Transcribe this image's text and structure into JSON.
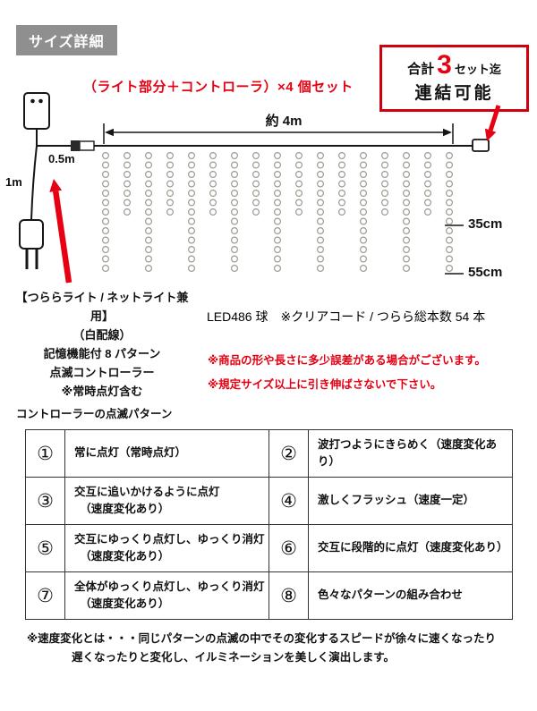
{
  "colors": {
    "accent_red": "#e60012",
    "badge_gray": "#8f8f8f"
  },
  "title_badge": "サイズ詳細",
  "set_note": "（ライト部分＋コントローラ）×4 個セット",
  "link_box": {
    "prefix": "合計",
    "count": "3",
    "suffix": "セット迄",
    "line2": "連結可能"
  },
  "diagram": {
    "total_length": "約 4m",
    "lead_length": "0.5m",
    "plug_cord_length": "1m",
    "short_drop": "35cm",
    "long_drop": "55cm"
  },
  "spec_box": {
    "lines": [
      "【つららライト / ネットライト兼用】",
      "（白配線）",
      "記憶機能付 8 パターン",
      "点滅コントローラー",
      "※常時点灯含む"
    ]
  },
  "led_note": "LED486 球　※クリアコード / つらら総本数 54 本",
  "warnings": [
    "※商品の形や長さに多少誤差がある場合がございます。",
    "※規定サイズ以上に引き伸ばさないで下さい。"
  ],
  "pattern_table": {
    "caption": "コントローラーの点滅パターン",
    "rows": [
      {
        "cells": [
          {
            "num": "①",
            "text": "常に点灯（常時点灯）"
          },
          {
            "num": "②",
            "text": "波打つようにきらめく（速度変化あり）"
          }
        ]
      },
      {
        "cells": [
          {
            "num": "③",
            "text": "交互に追いかけるように点灯\n　（速度変化あり）"
          },
          {
            "num": "④",
            "text": "激しくフラッシュ（速度一定）"
          }
        ]
      },
      {
        "cells": [
          {
            "num": "⑤",
            "text": "交互にゆっくり点灯し、ゆっくり消灯\n　（速度変化あり）"
          },
          {
            "num": "⑥",
            "text": "交互に段階的に点灯（速度変化あり）"
          }
        ]
      },
      {
        "cells": [
          {
            "num": "⑦",
            "text": "全体がゆっくり点灯し、ゆっくり消灯\n　（速度変化あり）"
          },
          {
            "num": "⑧",
            "text": "色々なパターンの組み合わせ"
          }
        ]
      }
    ]
  },
  "footer_note": "※速度変化とは・・・同じパターンの点滅の中でその変化するスピードが徐々に速くなったり\n　　　　遅くなったりと変化し、イルミネーションを美しく演出します。"
}
